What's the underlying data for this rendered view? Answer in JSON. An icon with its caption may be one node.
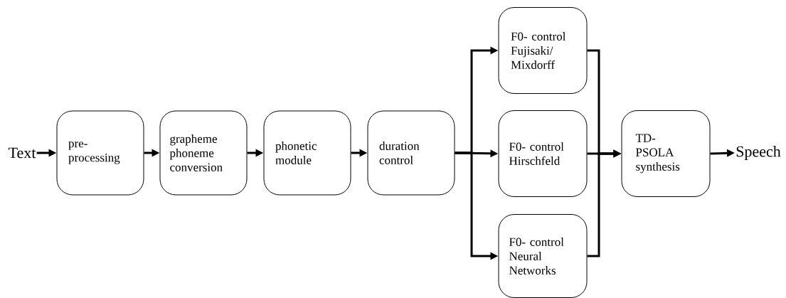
{
  "diagram": {
    "nodes": [
      {
        "text": [
          "Text"
        ]
      },
      {
        "text": [
          "pre- processing"
        ]
      },
      {
        "text": [
          "grapheme phoneme conversion"
        ]
      },
      {
        "text": [
          "phonetic module"
        ]
      },
      {
        "text": [
          "duration control"
        ]
      },
      {
        "text": [
          "F0- control Fujisaki/ Mixdorff"
        ]
      },
      {
        "text": [
          "F0- control Hirschfeld"
        ]
      },
      {
        "text": [
          "F0- control Neural Networks"
        ]
      },
      {
        "text": [
          "TD- PSOLA synthesis"
        ]
      },
      {
        "text": [
          "Speech"
        ]
      }
    ],
    "edges": [
      {
        "from": 0,
        "to": 1,
        "arrow": "to"
      },
      {
        "from": 1,
        "to": 2,
        "arrow": "to"
      },
      {
        "from": 2,
        "to": 3,
        "arrow": "to"
      },
      {
        "from": 3,
        "to": 4,
        "arrow": "to"
      },
      {
        "from": 4,
        "to": 5,
        "arrow": "to"
      },
      {
        "from": 4,
        "to": 6,
        "arrow": "to"
      },
      {
        "from": 4,
        "to": 7,
        "arrow": "to"
      },
      {
        "from": 5,
        "to": 8,
        "arrow": "to"
      },
      {
        "from": 6,
        "to": 8,
        "arrow": "to"
      },
      {
        "from": 7,
        "to": 8,
        "arrow": "to"
      },
      {
        "from": 8,
        "to": 9,
        "arrow": "to"
      }
    ]
  }
}
